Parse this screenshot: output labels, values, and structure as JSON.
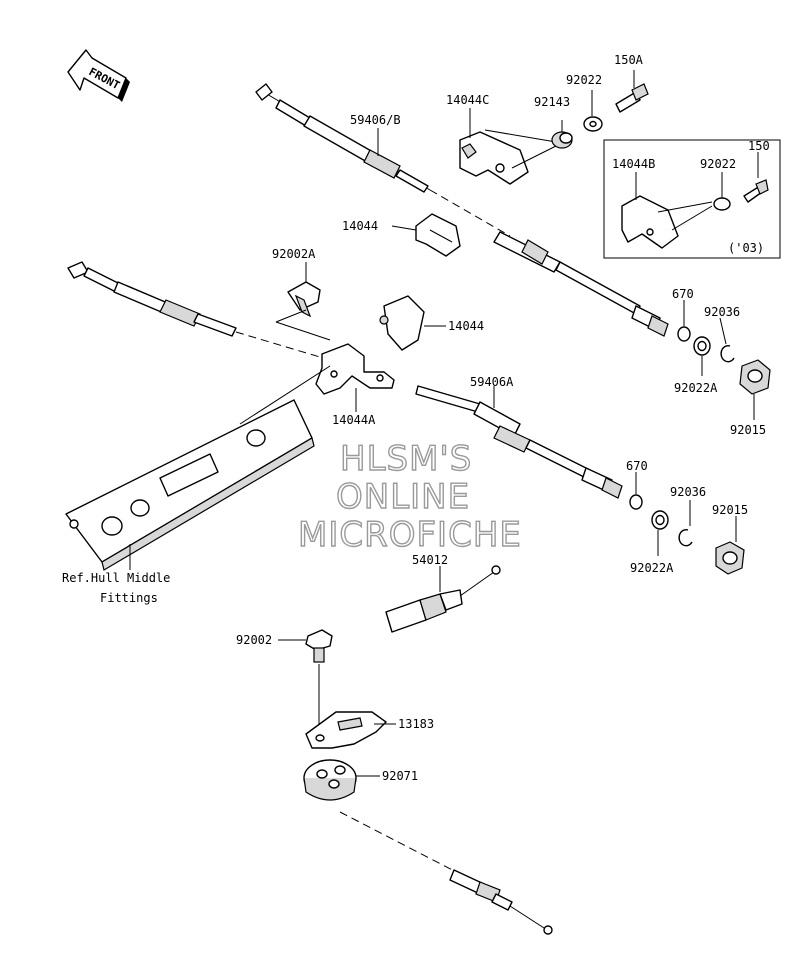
{
  "front_badge": "FRONT",
  "watermark": [
    "HLSM'S",
    "ONLINE",
    "MICROFICHE"
  ],
  "parts": {
    "p150A": "150A",
    "p92022_top": "92022",
    "p92143": "92143",
    "p14044C": "14044C",
    "p59406B": "59406/B",
    "p14044B": "14044B",
    "p92022_inset": "92022",
    "p150": "150",
    "inset_note": "('03)",
    "p14044_upper": "14044",
    "p92002A": "92002A",
    "p14044_lower": "14044",
    "p14044A": "14044A",
    "p59406A": "59406A",
    "p670_top": "670",
    "p92036_top": "92036",
    "p92022A_top": "92022A",
    "p92015_top": "92015",
    "p670_mid": "670",
    "p92036_mid": "92036",
    "p92015_mid": "92015",
    "p92022A_mid": "92022A",
    "p54012": "54012",
    "p92002": "92002",
    "p13183": "13183",
    "p92071": "92071"
  },
  "reference_note": [
    "Ref.Hull Middle",
    "Fittings"
  ]
}
